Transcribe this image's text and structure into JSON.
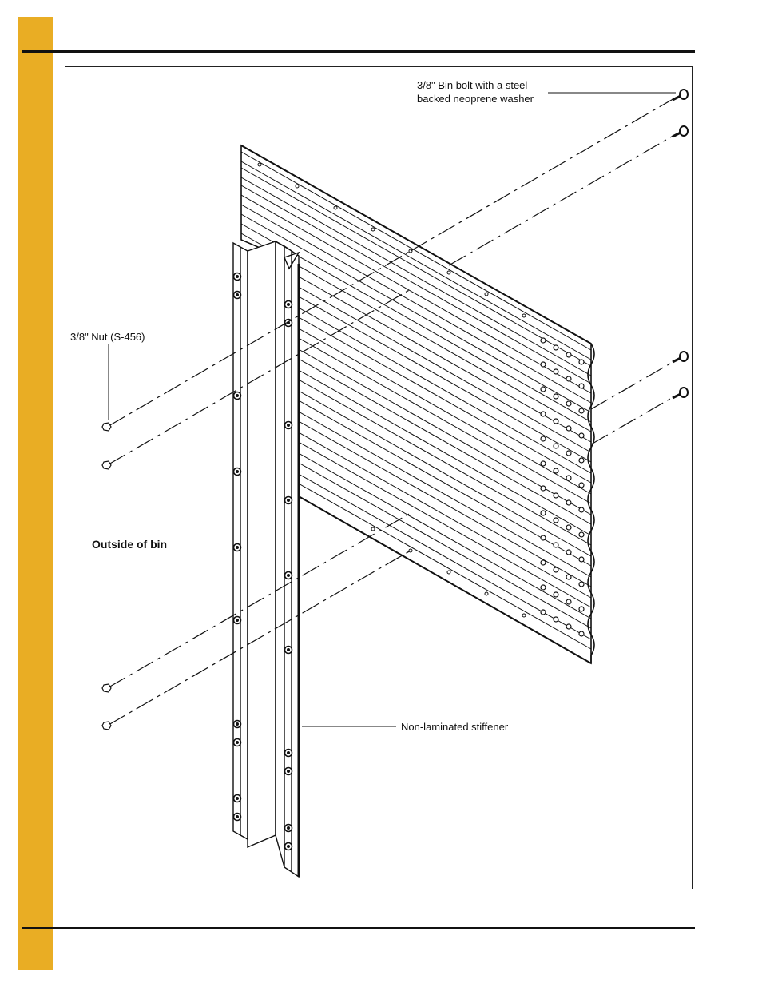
{
  "labels": {
    "bolt": "3/8\" Bin bolt with a steel\nbacked neoprene washer",
    "nut": "3/8\" Nut (S-456)",
    "outside": "Outside of bin",
    "stiffener": "Non-laminated stiffener"
  },
  "colors": {
    "accent_tab": "#e9ad24",
    "line": "#111111"
  },
  "icons": [
    "bolt-icon",
    "nut-icon"
  ]
}
